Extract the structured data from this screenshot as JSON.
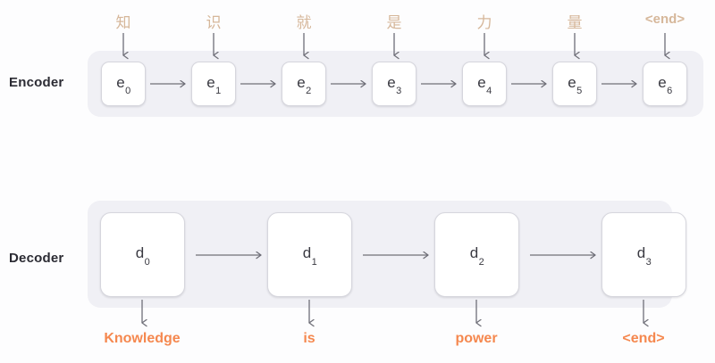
{
  "diagram": {
    "title": "Encoder-Decoder sequence-to-sequence diagram",
    "colors": {
      "page_background": "#fdfdfe",
      "group_background": "#f0f0f5",
      "cell_background": "#ffffff",
      "cell_border": "#d6d6dd",
      "row_label_text": "#2b2b33",
      "input_token_text": "#d6b79a",
      "output_token_text": "#f5884f",
      "arrow_stroke": "#6f6f78"
    }
  },
  "encoder": {
    "row_label": "Encoder",
    "input_tokens": [
      {
        "text": "知",
        "script": "cjk"
      },
      {
        "text": "识",
        "script": "cjk"
      },
      {
        "text": "就",
        "script": "cjk"
      },
      {
        "text": "是",
        "script": "cjk"
      },
      {
        "text": "力",
        "script": "cjk"
      },
      {
        "text": "量",
        "script": "cjk"
      },
      {
        "text": "<end>",
        "script": "tag"
      }
    ],
    "cells": [
      {
        "base": "e",
        "index": "0"
      },
      {
        "base": "e",
        "index": "1"
      },
      {
        "base": "e",
        "index": "2"
      },
      {
        "base": "e",
        "index": "3"
      },
      {
        "base": "e",
        "index": "4"
      },
      {
        "base": "e",
        "index": "5"
      },
      {
        "base": "e",
        "index": "6"
      }
    ]
  },
  "decoder": {
    "row_label": "Decoder",
    "cells": [
      {
        "base": "d",
        "index": "0"
      },
      {
        "base": "d",
        "index": "1"
      },
      {
        "base": "d",
        "index": "2"
      },
      {
        "base": "d",
        "index": "3"
      }
    ],
    "output_tokens": [
      {
        "text": "Knowledge"
      },
      {
        "text": "is"
      },
      {
        "text": "power"
      },
      {
        "text": "<end>"
      }
    ]
  },
  "arrows": {
    "input_down_icon": "arrow-down-icon",
    "chain_right_icon": "arrow-right-icon",
    "output_down_icon": "arrow-down-icon"
  },
  "layout": {
    "encoder_cell_centers_x": [
      138,
      239,
      340,
      441,
      542,
      643,
      744
    ],
    "decoder_cell_centers_x": [
      159,
      346,
      533,
      720
    ]
  }
}
